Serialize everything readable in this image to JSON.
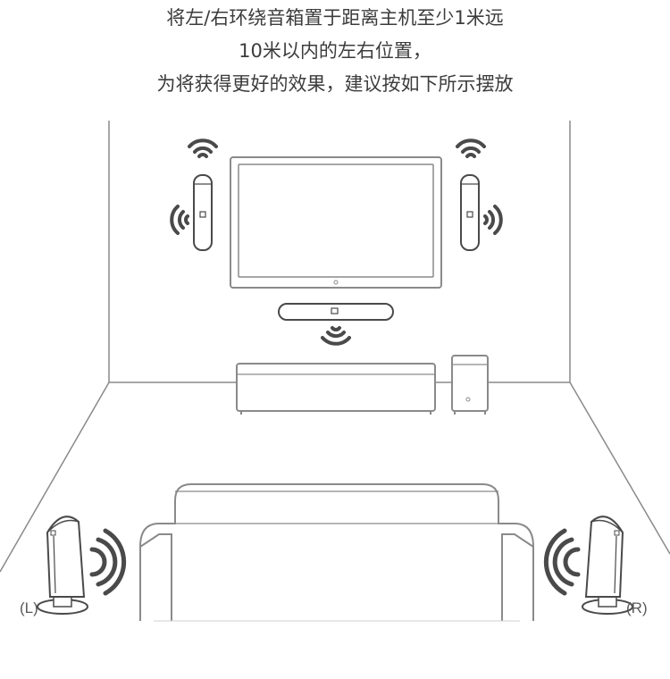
{
  "caption": {
    "line1": "将左/右环绕音箱置于距离主机至少1米远",
    "line2": "10米以内的左右位置，",
    "line3": "为将获得更好的效果，建议按如下所示摆放"
  },
  "labels": {
    "left": "(L)",
    "right": "(R)"
  },
  "colors": {
    "line": "#8a8a8a",
    "wave": "#4a4a4a",
    "fill": "#ffffff"
  }
}
